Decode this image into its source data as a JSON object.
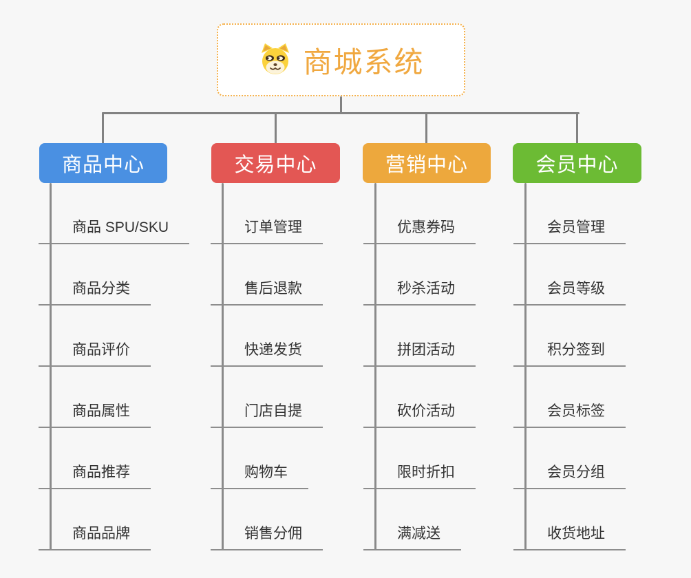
{
  "app": {
    "background_color": "#f7f7f7",
    "connector_color": "#828282"
  },
  "root": {
    "title": "商城系统",
    "icon": "dog-face-icon",
    "accent_color": "#f0a840",
    "border_color": "#f5b14b"
  },
  "branches": [
    {
      "id": "product-center",
      "label": "商品中心",
      "color": "#4a90e2",
      "children": [
        "商品 SPU/SKU",
        "商品分类",
        "商品评价",
        "商品属性",
        "商品推荐",
        "商品品牌"
      ]
    },
    {
      "id": "trade-center",
      "label": "交易中心",
      "color": "#e35754",
      "children": [
        "订单管理",
        "售后退款",
        "快递发货",
        "门店自提",
        "购物车",
        "销售分佣"
      ]
    },
    {
      "id": "marketing-center",
      "label": "营销中心",
      "color": "#eda83d",
      "children": [
        "优惠券码",
        "秒杀活动",
        "拼团活动",
        "砍价活动",
        "限时折扣",
        "满减送"
      ]
    },
    {
      "id": "member-center",
      "label": "会员中心",
      "color": "#6cbb34",
      "children": [
        "会员管理",
        "会员等级",
        "积分签到",
        "会员标签",
        "会员分组",
        "收货地址"
      ]
    }
  ]
}
